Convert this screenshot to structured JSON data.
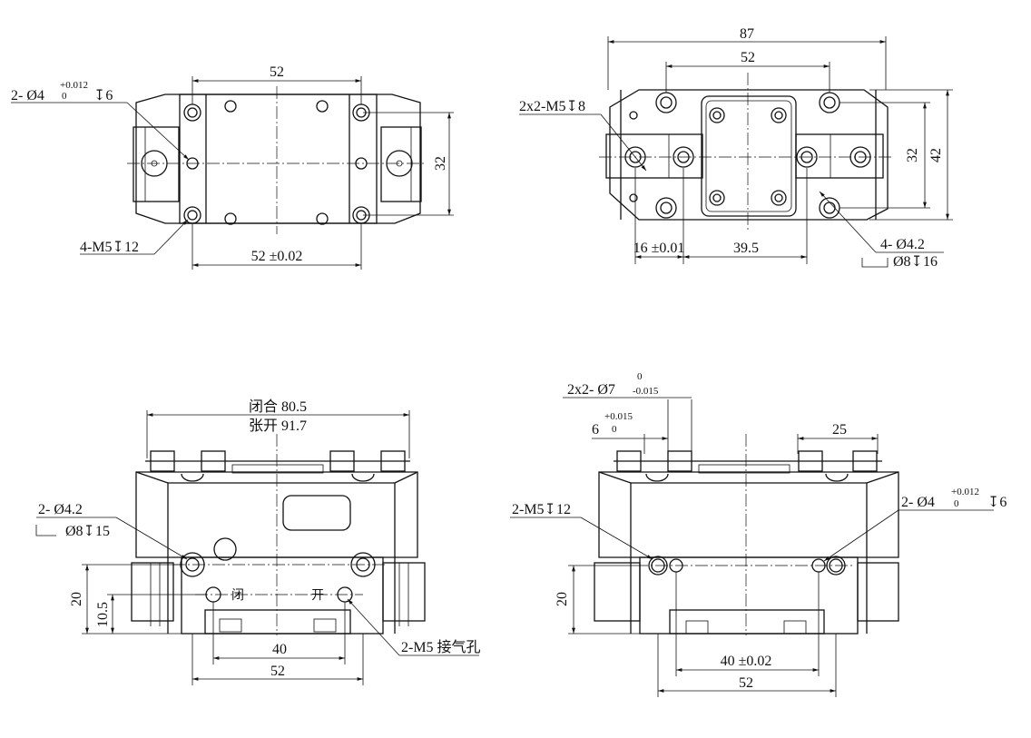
{
  "view1": {
    "dim_top": "52",
    "dim_bottom": "52 ±0.02",
    "dim_right": "32",
    "label_pin": "2- Ø4",
    "pin_tol_upper": "+0.012",
    "pin_tol_lower": "0",
    "pin_depth": "↧6",
    "label_thread": "4-M5↧12"
  },
  "view2": {
    "dim_overall": "87",
    "dim_inner": "52",
    "label_thread": "2x2-M5↧8",
    "dim_right_inner": "32",
    "dim_right_outer": "42",
    "dim_bottom_left": "16 ±0.01",
    "dim_bottom_mid": "39.5",
    "label_hole": "4- Ø4.2",
    "label_cbore": "Ø8↧16"
  },
  "view3": {
    "label_closed_width": "闭合 80.5",
    "label_open_width": "张开 91.7",
    "label_hole": "2- Ø4.2",
    "label_cbore": "Ø8↧15",
    "dim_height": "20",
    "dim_height_small": "10.5",
    "label_close": "闭",
    "label_open": "开",
    "label_air_port": "2-M5 接气孔",
    "dim_inner": "40",
    "dim_outer": "52"
  },
  "view4": {
    "label_bore": "2x2- Ø7",
    "bore_tol_upper": "0",
    "bore_tol_lower": "-0.015",
    "dim_small": "6",
    "small_tol_upper": "+0.015",
    "small_tol_lower": "0",
    "dim_right_top": "25",
    "label_thread": "2-M5↧12",
    "label_pin": "2- Ø4",
    "pin_tol_upper": "+0.012",
    "pin_tol_lower": "0",
    "pin_depth": "↧6",
    "dim_height": "20",
    "dim_inner": "40 ±0.02",
    "dim_outer": "52"
  }
}
